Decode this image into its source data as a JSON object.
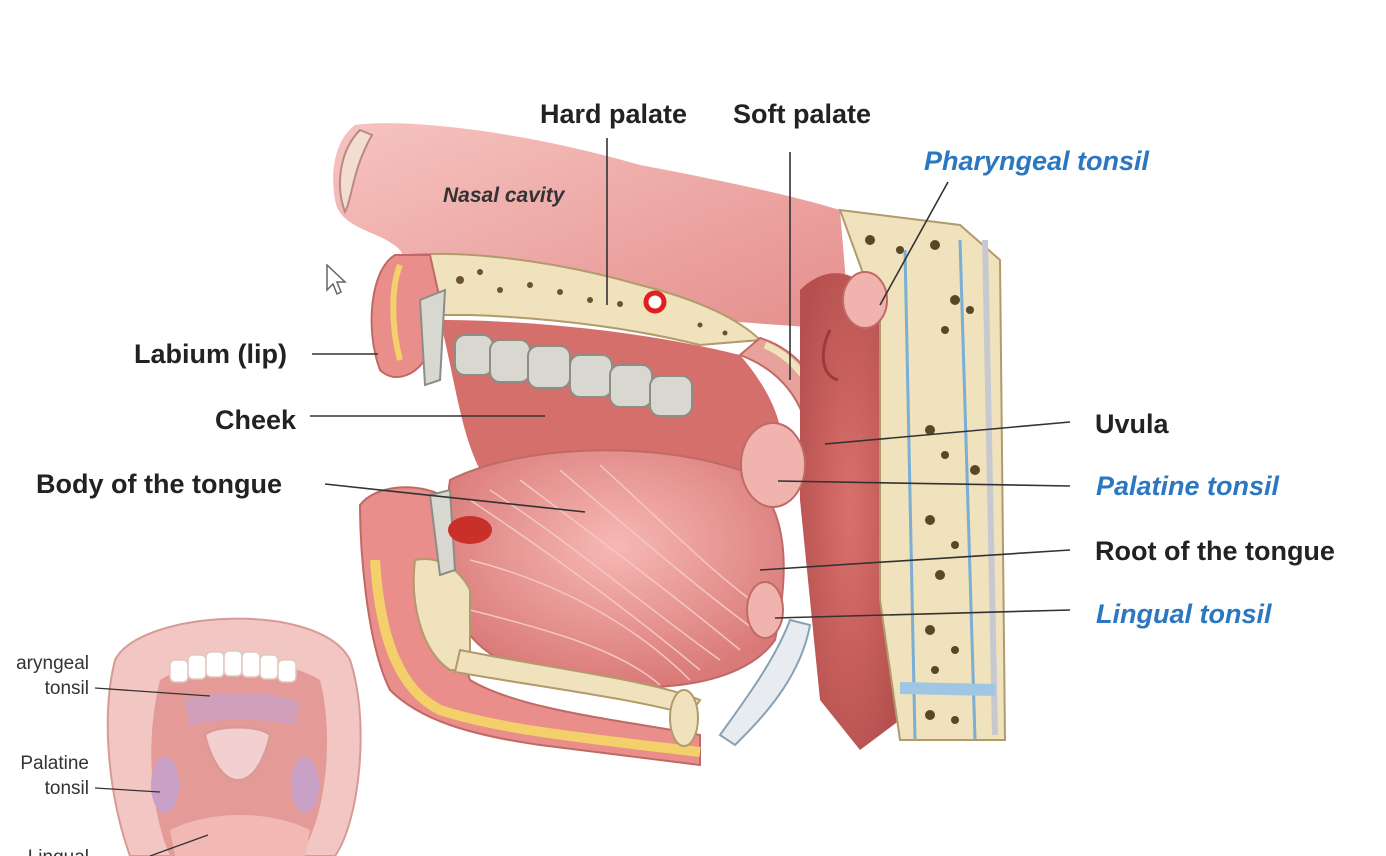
{
  "labels": {
    "hard_palate": "Hard palate",
    "soft_palate": "Soft palate",
    "pharyngeal_tonsil": "Pharyngeal tonsil",
    "nasal_cavity": "Nasal cavity",
    "labium": "Labium (lip)",
    "cheek": "Cheek",
    "body_tongue": "Body of the tongue",
    "uvula": "Uvula",
    "palatine_tonsil": "Palatine tonsil",
    "root_tongue": "Root of the tongue",
    "lingual_tonsil": "Lingual tonsil"
  },
  "inset": {
    "pharyngeal_1": "aryngeal",
    "pharyngeal_2": "tonsil",
    "palatine_1": "Palatine",
    "palatine_2": "tonsil",
    "lingual_1": "Lingual"
  },
  "colors": {
    "tissue": "#e9a0a0",
    "tissue_dark": "#c96a6a",
    "bone": "#efe2bc",
    "fat": "#f3d06a",
    "tonsil_label": "#2b77c0",
    "text": "#222222"
  },
  "icons": {
    "cursor": "arrow-cursor-icon",
    "marker": "red-dot-marker-icon"
  }
}
